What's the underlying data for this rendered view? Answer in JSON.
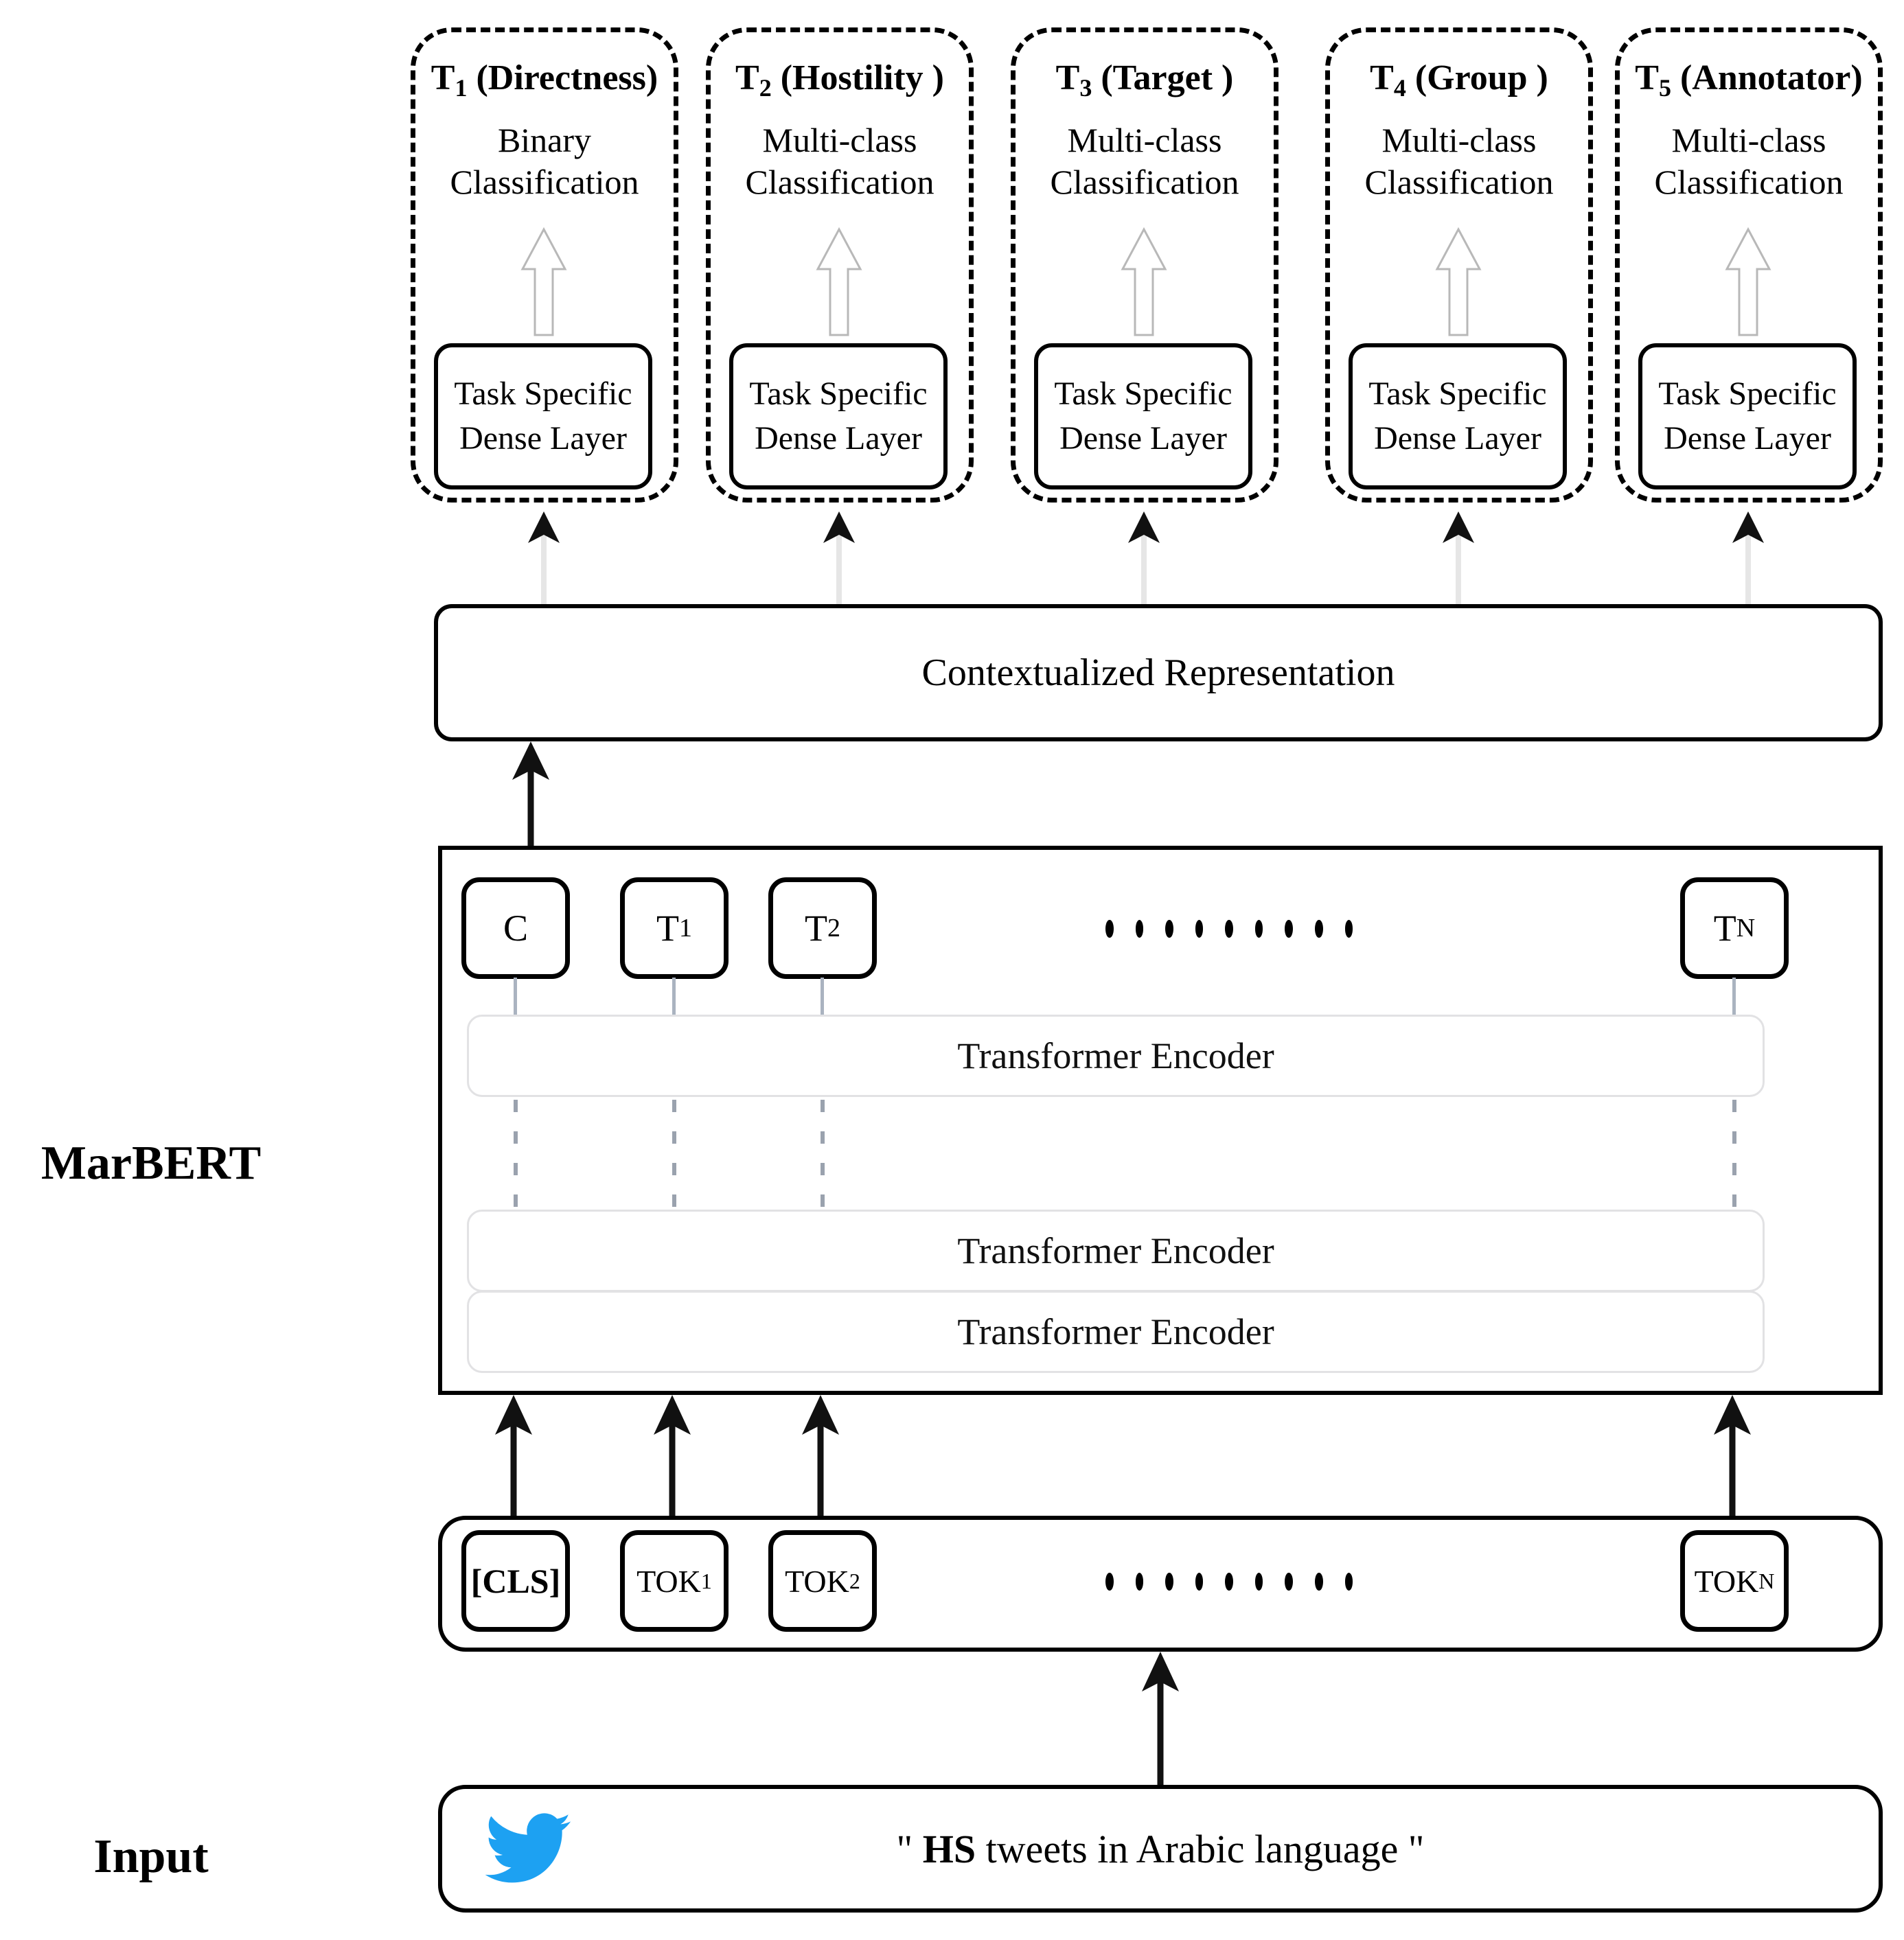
{
  "diagram": {
    "title": "MarBERT multi-task hate speech classification architecture",
    "side_labels": {
      "model": "MarBERT",
      "input": "Input"
    },
    "accent_colors": {
      "twitter_blue": "#1DA1F2",
      "encoder_border": "#E2E2E4",
      "connector_gray": "#AAB3C0"
    }
  },
  "tasks": [
    {
      "id": "T1",
      "title_main": "T",
      "title_sub": "1",
      "title_rest": " (Directness)",
      "type": "Binary\nClassification",
      "head": "Task Specific\nDense Layer"
    },
    {
      "id": "T2",
      "title_main": "T",
      "title_sub": "2",
      "title_rest": " (Hostility )",
      "type": "Multi-class\nClassification",
      "head": "Task Specific\nDense Layer"
    },
    {
      "id": "T3",
      "title_main": "T",
      "title_sub": "3",
      "title_rest": " (Target )",
      "type": "Multi-class\nClassification",
      "head": "Task Specific\nDense Layer"
    },
    {
      "id": "T4",
      "title_main": "T",
      "title_sub": "4",
      "title_rest": " (Group )",
      "type": "Multi-class\nClassification",
      "head": "Task Specific\nDense Layer"
    },
    {
      "id": "T5",
      "title_main": "T",
      "title_sub": "5",
      "title_rest": " (Annotator)",
      "type": "Multi-class\nClassification",
      "head": "Task Specific\nDense Layer"
    }
  ],
  "contextualized": {
    "label": "Contextualized Representation"
  },
  "encoder": {
    "label": "Transformer Encoder",
    "count": 3
  },
  "hidden_states": [
    {
      "main": "C",
      "sub": ""
    },
    {
      "main": "T",
      "sub": "1"
    },
    {
      "main": "T",
      "sub": "2"
    },
    {
      "main": "T",
      "sub": "N"
    }
  ],
  "tokens": [
    {
      "main": "[CLS]",
      "sub": ""
    },
    {
      "main": "TOK",
      "sub": "1"
    },
    {
      "main": "TOK",
      "sub": "2"
    },
    {
      "main": "TOK",
      "sub": "N"
    }
  ],
  "ellipsis": {
    "dot_count": 9
  },
  "input": {
    "icon": "twitter-bird-icon",
    "text_prefix": "\" ",
    "text_bold": "HS",
    "text_rest": " tweets in Arabic language \""
  }
}
